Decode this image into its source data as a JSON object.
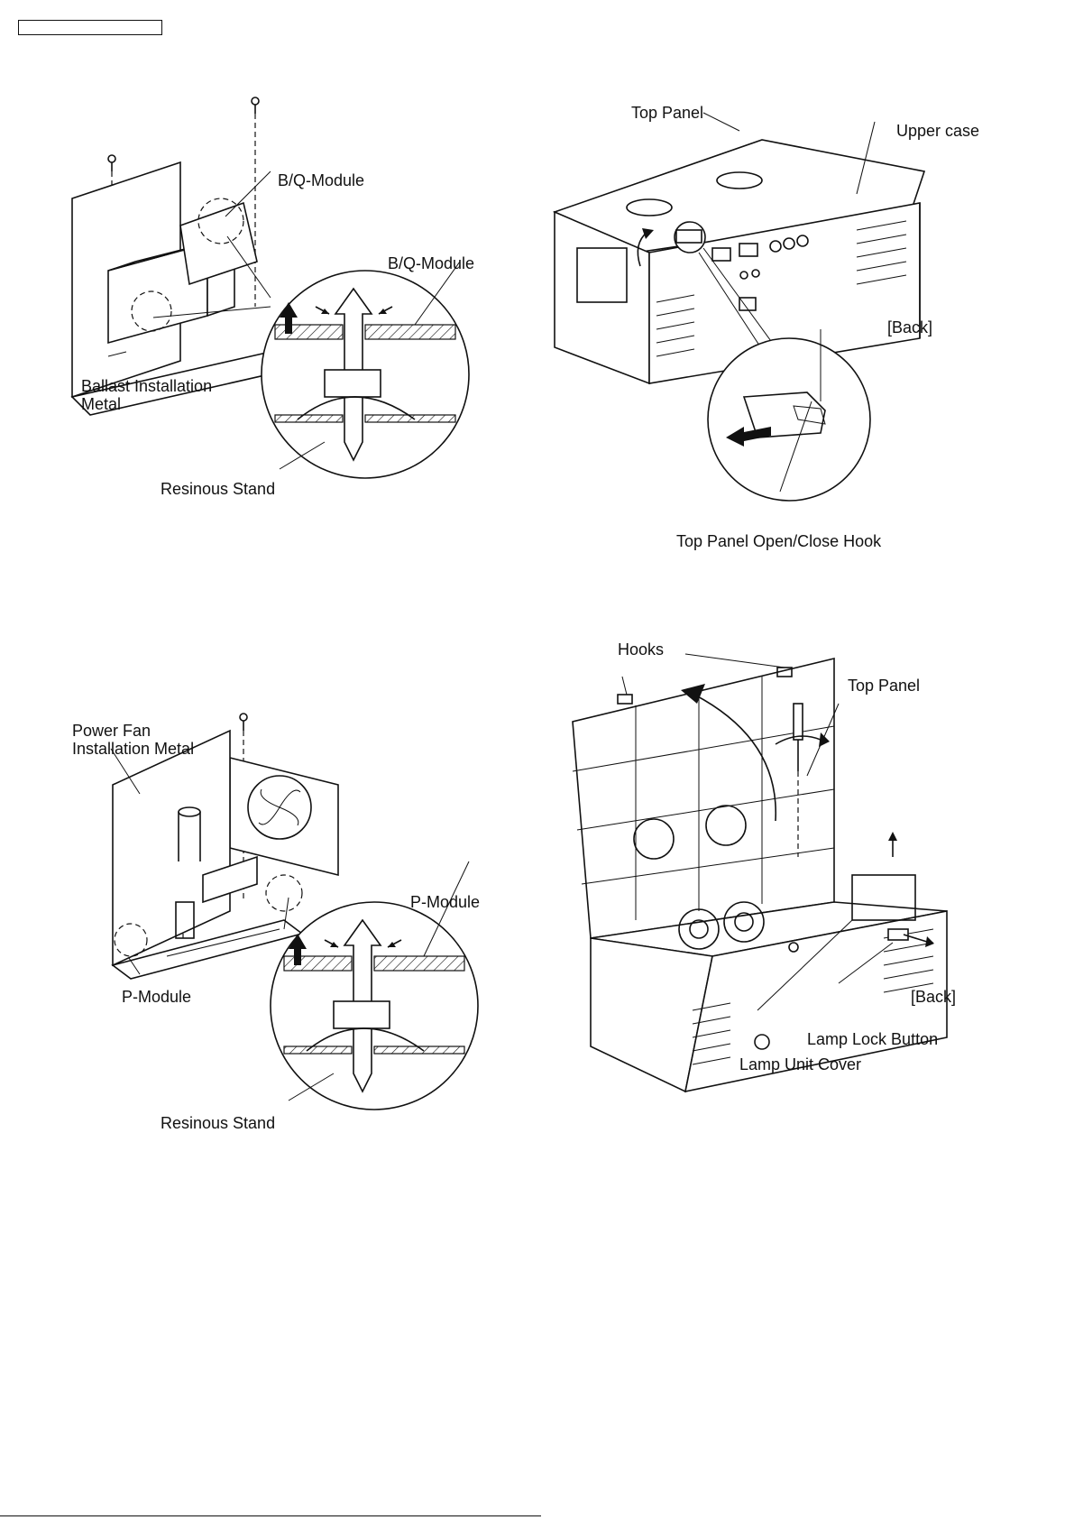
{
  "figures": {
    "top_left": {
      "labels": {
        "bq_module_top": "B/Q-Module",
        "bq_module_detail": "B/Q-Module",
        "ballast_metal": "Ballast Installation\nMetal",
        "resinous_stand": "Resinous Stand"
      }
    },
    "top_right": {
      "labels": {
        "top_panel": "Top Panel",
        "upper_case": "Upper case",
        "back": "[Back]",
        "hook": "Top Panel Open/Close Hook"
      }
    },
    "bottom_left": {
      "labels": {
        "power_fan_metal": "Power Fan\nInstallation Metal",
        "p_module_detail": "P-Module",
        "p_module": "P-Module",
        "resinous_stand": "Resinous Stand"
      }
    },
    "bottom_right": {
      "labels": {
        "hooks": "Hooks",
        "top_panel": "Top Panel",
        "back": "[Back]",
        "lamp_lock": "Lamp Lock Button",
        "lamp_cover": "Lamp Unit Cover"
      }
    }
  }
}
